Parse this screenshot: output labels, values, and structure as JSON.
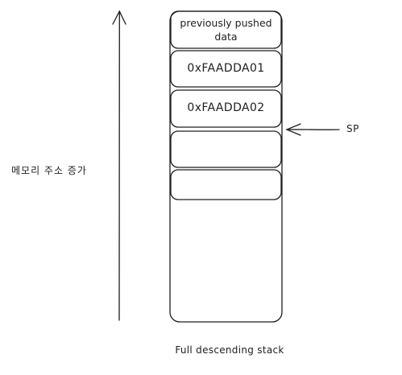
{
  "axis_label": "메모리 주소 증가",
  "pointer_label": "SP",
  "caption": "Full descending stack",
  "stack": {
    "cells": [
      {
        "text": "previously pushed data"
      },
      {
        "text": "0xFAADDA01"
      },
      {
        "text": "0xFAADDA02"
      },
      {
        "text": ""
      },
      {
        "text": ""
      }
    ],
    "sp_cell_index": 2
  },
  "colors": {
    "stroke": "#1e1e1e",
    "background": "#ffffff"
  }
}
